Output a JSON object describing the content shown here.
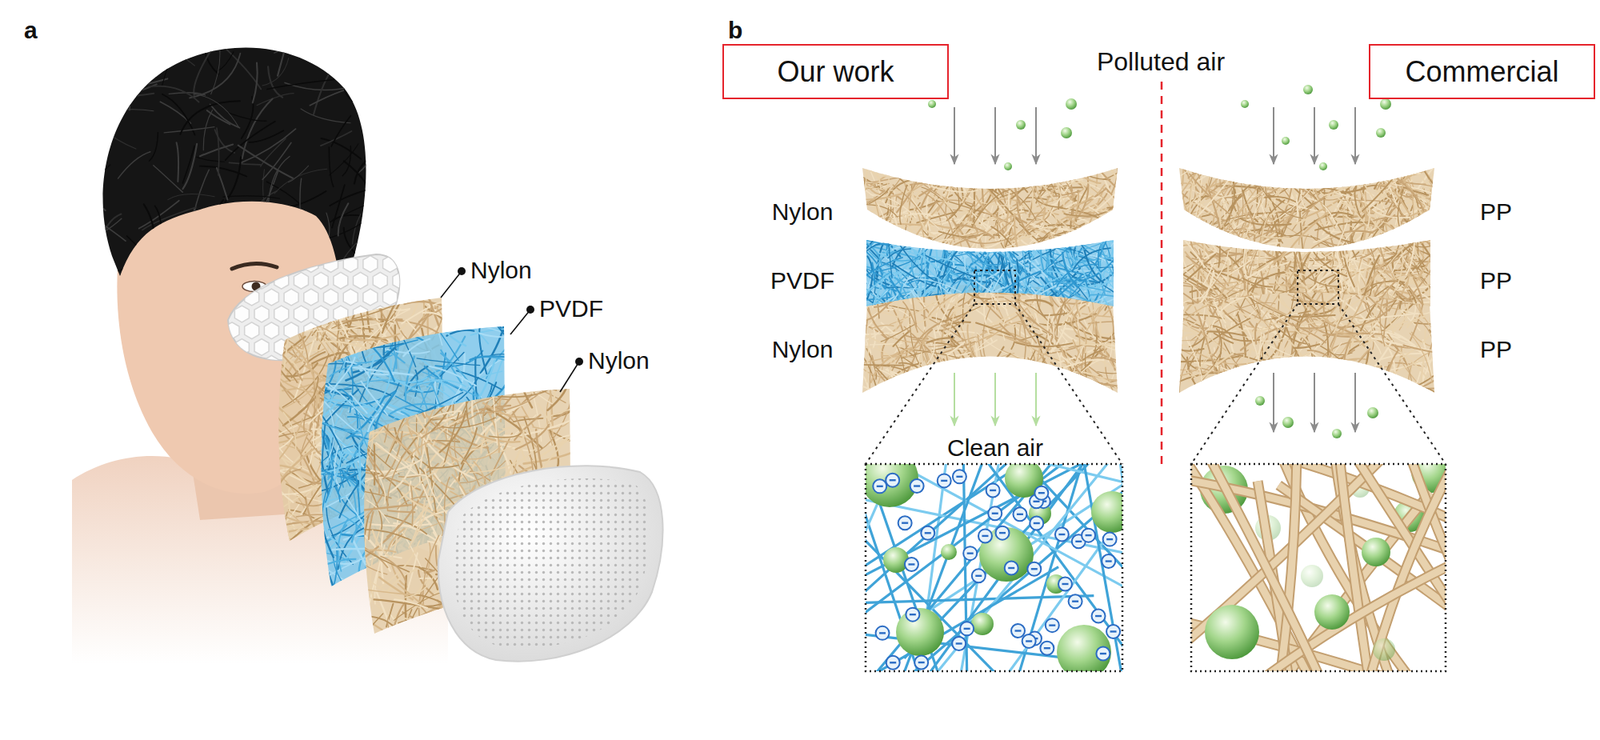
{
  "diagram": {
    "nodes": [
      {
        "text": [
          "Our work"
        ]
      },
      {
        "text": [
          "Commercial"
        ]
      }
    ],
    "labels": [
      "a",
      "Nylon",
      "PVDF",
      "Nylon",
      "b",
      "Polluted air",
      "Nylon",
      "PVDF",
      "Nylon",
      "PP",
      "PP",
      "PP",
      "Clean air"
    ]
  }
}
